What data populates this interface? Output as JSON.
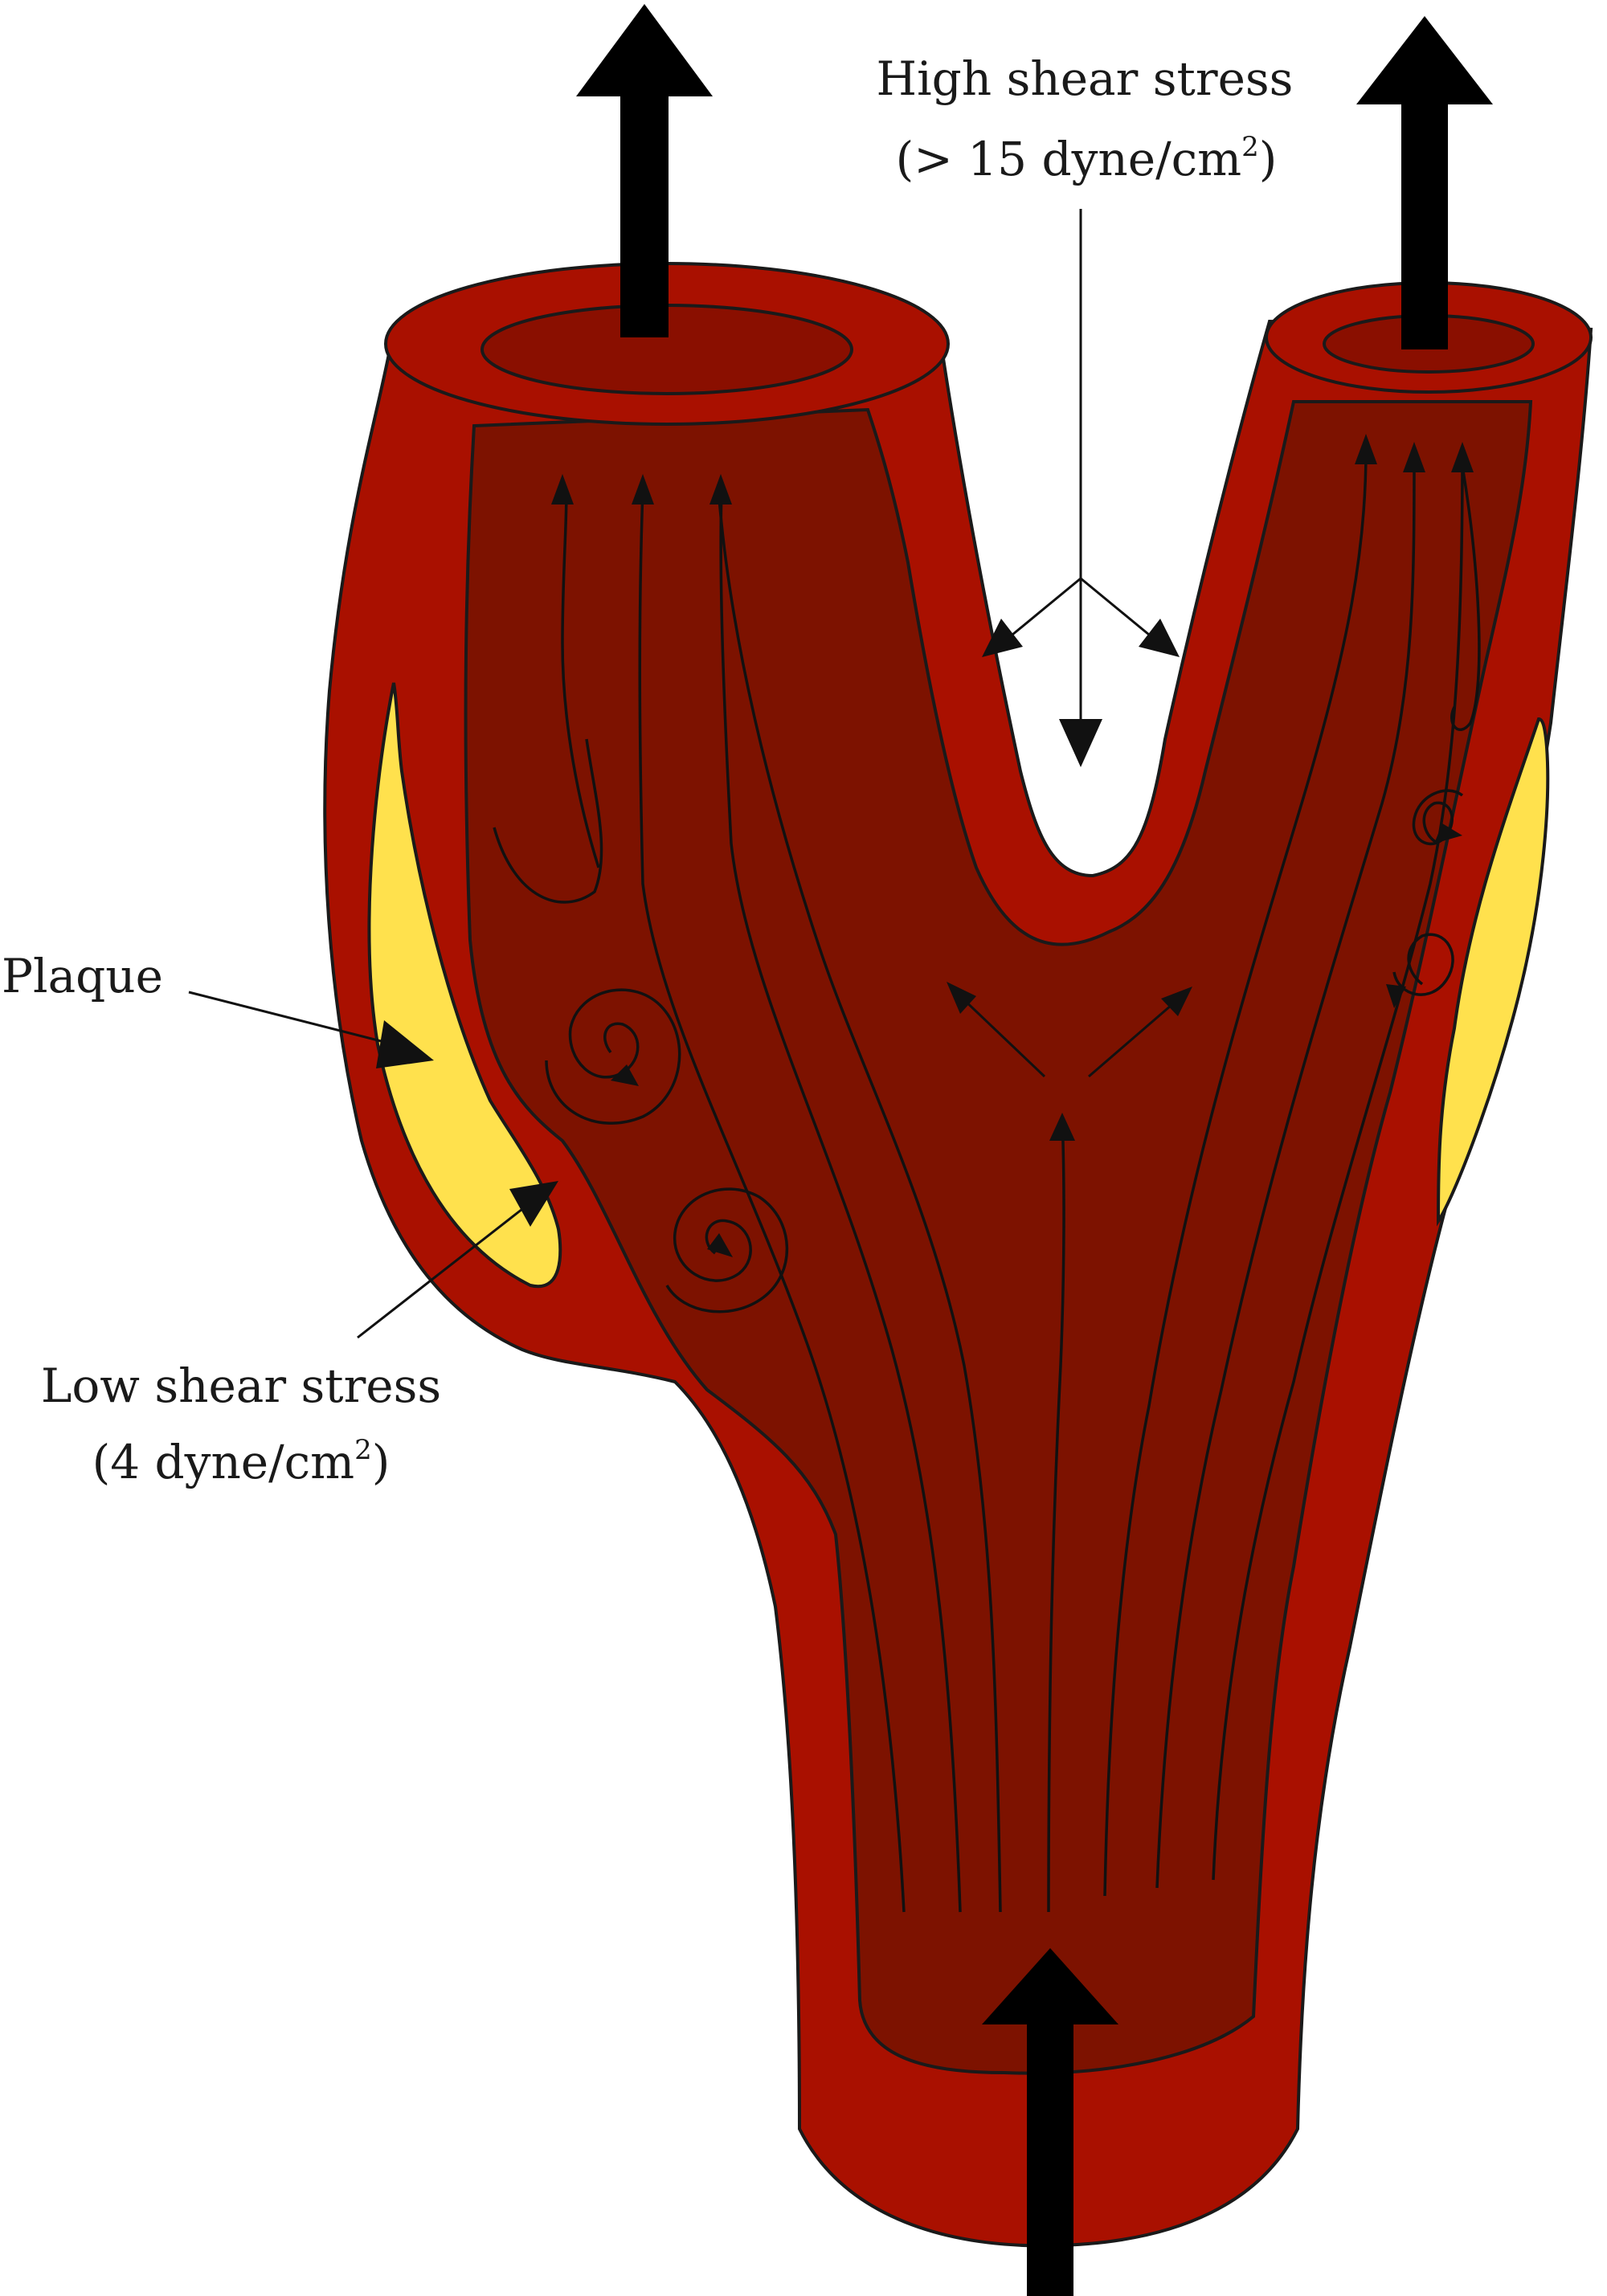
{
  "labels": {
    "high_shear_line1": "High shear stress",
    "high_shear_line2": "(> 15 dyne/cm",
    "high_shear_sup": "2",
    "high_shear_close": ")",
    "plaque": "Plaque",
    "low_shear_line1": "Low shear stress",
    "low_shear_line2": "(4 dyne/cm",
    "low_shear_sup": "2",
    "low_shear_close": ")"
  },
  "colors": {
    "vessel_wall": "#a91000",
    "lumen": "#7d1200",
    "plaque": "#ffe14d",
    "arrows": "#000000"
  }
}
